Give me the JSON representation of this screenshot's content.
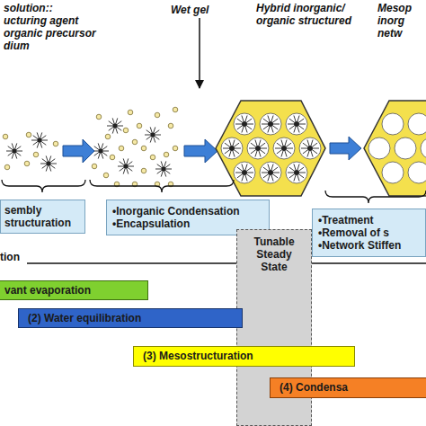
{
  "diagram": {
    "nodes": [
      {
        "text": [
          "sembly",
          "structuration"
        ]
      },
      {
        "text": [
          "•Inorganic Condensation",
          "•Encapsulation"
        ]
      },
      {
        "text": [
          "•Treatment",
          "•Removal of s",
          "•Network Stiffen"
        ]
      },
      {
        "text": [
          "Tunable Steady State"
        ]
      },
      {
        "text": [
          "vant evaporation"
        ]
      },
      {
        "text": [
          "(2) Water equilibration"
        ]
      },
      {
        "text": [
          "(3) Mesostructuration"
        ]
      },
      {
        "text": [
          "(4) Condensa"
        ]
      }
    ],
    "labels": [
      "solution::",
      "ucturing agent",
      "organic precursor",
      "dium",
      "Wet gel",
      "Hybrid inorganic/ organic structured",
      "Mesop",
      "inorg",
      "netw",
      "tion"
    ]
  }
}
